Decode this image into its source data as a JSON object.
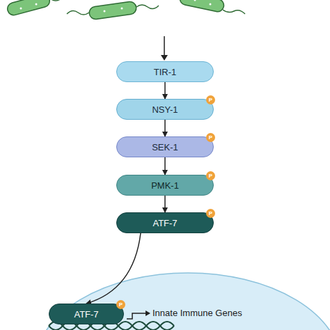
{
  "diagram": {
    "nodes": [
      {
        "text": [
          "TIR-1"
        ]
      },
      {
        "text": [
          "NSY-1"
        ]
      },
      {
        "text": [
          "SEK-1"
        ]
      },
      {
        "text": [
          "PMK-1"
        ]
      },
      {
        "text": [
          "ATF-7"
        ]
      },
      {
        "text": [
          "ATF-7"
        ]
      }
    ],
    "edges": [
      {
        "from": 0,
        "to": 1,
        "arrow": "to"
      },
      {
        "from": 1,
        "to": 2,
        "arrow": "to"
      },
      {
        "from": 2,
        "to": 3,
        "arrow": "to"
      },
      {
        "from": 3,
        "to": 4,
        "arrow": "to"
      },
      {
        "from": 4,
        "to": 5,
        "arrow": "to"
      }
    ],
    "labels": [
      "P",
      "P",
      "P",
      "P",
      "P",
      "Innate Immune Genes"
    ]
  }
}
